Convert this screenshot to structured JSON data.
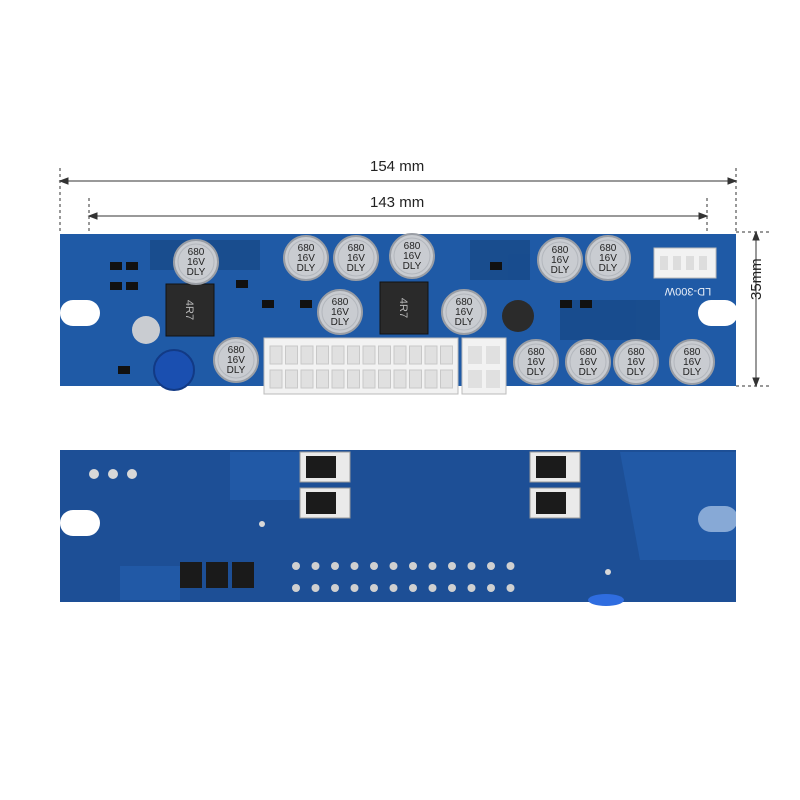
{
  "dimensions": {
    "total_length": "154 mm",
    "hole_spacing": "143 mm",
    "height": "35mm"
  },
  "board_top": {
    "capacitor_marking": {
      "value": "680",
      "voltage": "16V",
      "series": "DLY"
    },
    "inductor_marking": "4R7",
    "model_label": "LD-300W",
    "capacitor_count": 13,
    "inductor_count": 2
  },
  "board_bottom": {
    "mosfet_count": 4,
    "ic_count": 3
  },
  "colors": {
    "pcb": "#1f5aa6",
    "pcb_bottom": "#1d4f96",
    "silkscreen": "#e8eef7",
    "connector": "#f2f2f2",
    "capacitor": "#c9ccd1"
  }
}
